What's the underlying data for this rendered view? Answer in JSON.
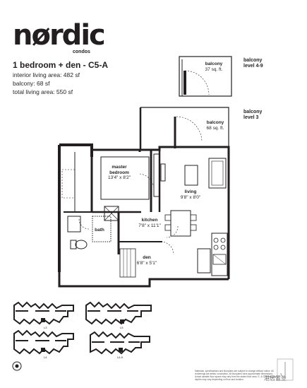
{
  "brand": {
    "logo": "nørdic",
    "sub": "condos"
  },
  "unit": {
    "title": "1 bedroom + den - C5-A",
    "interior": "interior living area: 482 sf",
    "balcony": "balcony: 68 sf",
    "total": "total living area: 550 sf"
  },
  "levels": {
    "upper": "balcony level 4-9",
    "lower": "balcony level 3"
  },
  "rooms": {
    "balcony_upper": {
      "name": "balcony",
      "size": "37 sq. ft."
    },
    "balcony_lower": {
      "name": "balcony",
      "size": "68 sq. ft."
    },
    "master": {
      "name": "master bedroom",
      "size": "13'4\" x 8'2\""
    },
    "living": {
      "name": "living",
      "size": "9'8\" x 8'0\""
    },
    "kitchen": {
      "name": "kitchen",
      "size": "7'8\" x 11'1\""
    },
    "bath": {
      "name": "bath"
    },
    "den": {
      "name": "den",
      "size": "6'8\" x 5'1\""
    }
  },
  "keyplans": [
    "L3",
    "L5",
    "L4",
    "L6-9"
  ],
  "disclaimer": "Materials, specifications and floorplans are subject to change without notice. All renderings are artists' conception. All floorplans have approximate dimensions. Actual useable floor space may vary from the stated floor area. E. & O.E. Balcony depths may vary depending on floor and location.",
  "watermark": "港居置业"
}
